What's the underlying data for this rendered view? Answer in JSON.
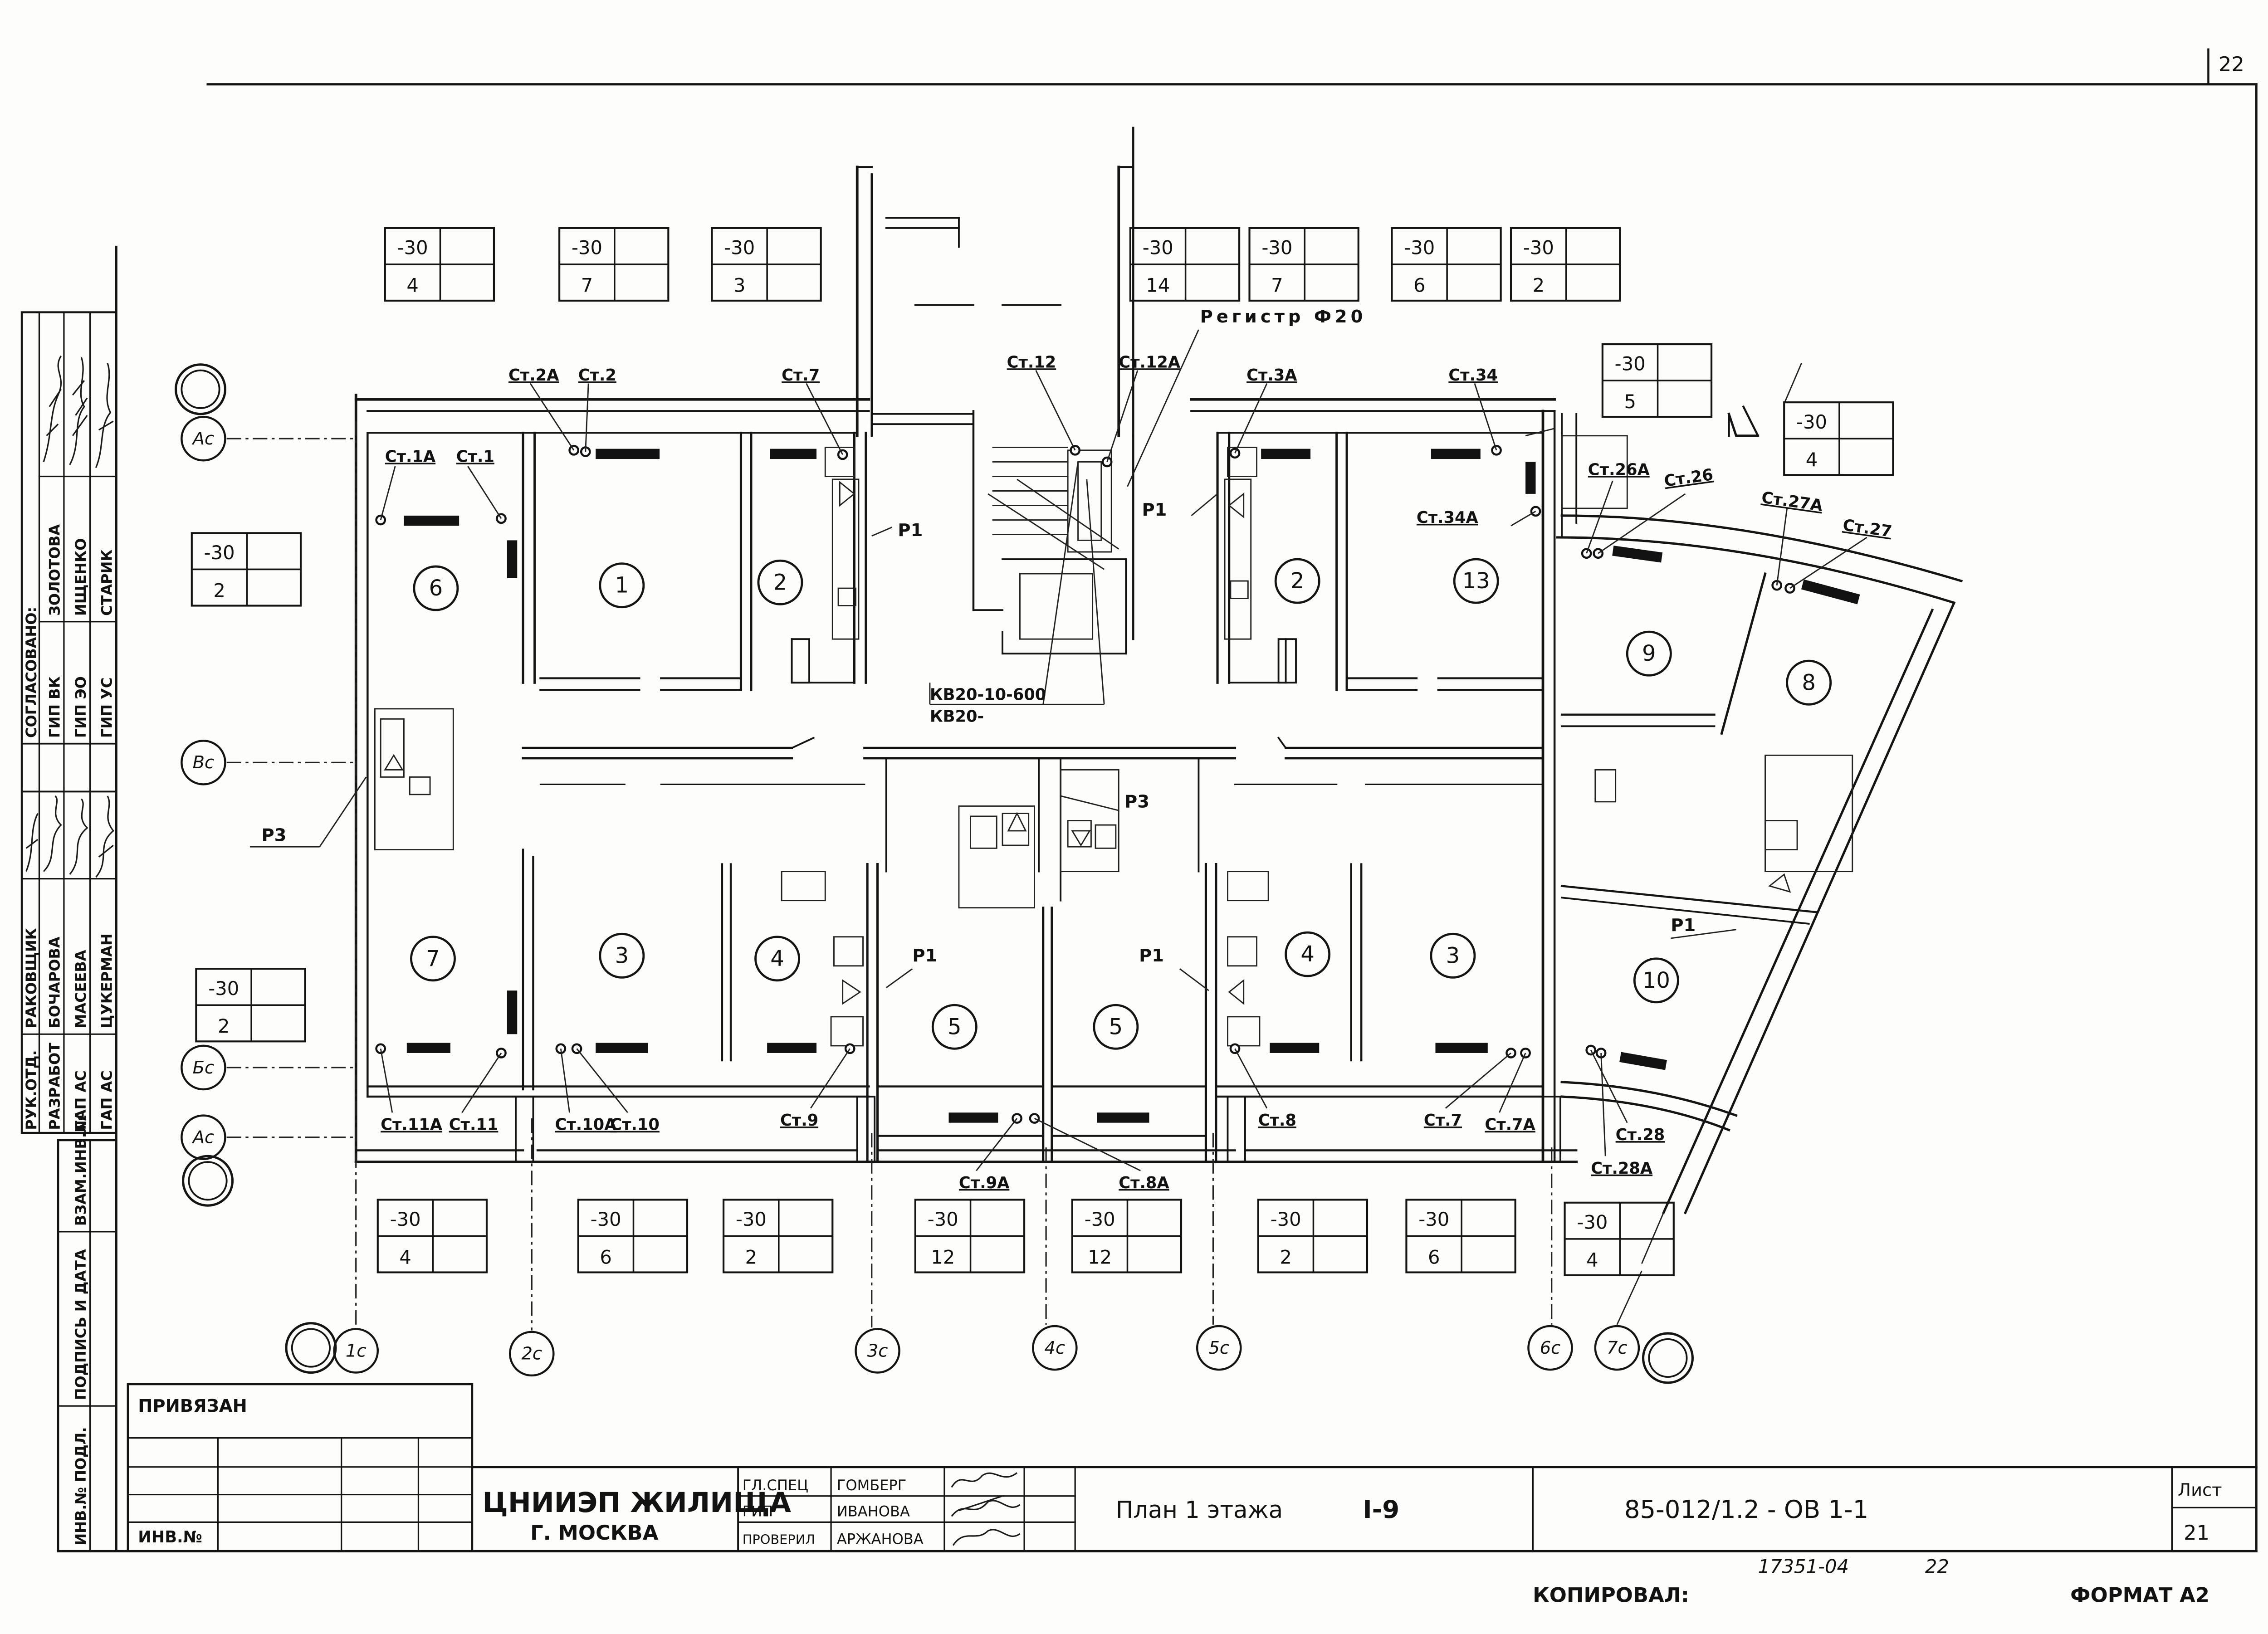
{
  "sheet_corner_number": "22",
  "approval": {
    "heading": "СОГЛАСОВАНО:",
    "rows": [
      {
        "role": "ГИП ВК",
        "name": "ЗОЛОТОВА"
      },
      {
        "role": "ГИП ЭО",
        "name": "ИЩЕНКО"
      },
      {
        "role": "ГИП УС",
        "name": "СТАРИК"
      }
    ]
  },
  "developers": {
    "rows": [
      {
        "role": "РУК.ОТД.",
        "name": "РАКОВЩИК"
      },
      {
        "role": "РАЗРАБОТ",
        "name": "БОЧАРОВА"
      },
      {
        "role": "ГАП АС",
        "name": "МАСЕЕВА"
      },
      {
        "role": "ГАП АС",
        "name": "ЦУКЕРМАН"
      }
    ]
  },
  "side_fields": [
    "ВЗАМ.ИНВ.№",
    "ПОДПИСЬ И ДАТА",
    "ИНВ.№ ПОДЛ."
  ],
  "binding_block": {
    "title": "ПРИВЯЗАН",
    "inv_label": "ИНВ.№"
  },
  "title_block": {
    "org": "ЦНИИЭП ЖИЛИЩА",
    "city": "Г. МОСКВА",
    "staff": [
      {
        "role": "ГЛ.СПЕЦ",
        "name": "ГОМБЕРГ"
      },
      {
        "role": "ГИП",
        "name": "ИВАНОВА"
      },
      {
        "role": "ПРОВЕРИЛ",
        "name": "АРЖАНОВА"
      }
    ],
    "sheet_title": "План 1 этажа",
    "sections": "I-9",
    "code": "85-012/1.2 - ОВ 1-1",
    "sheet_label": "Лист",
    "sheet_number": "21"
  },
  "footer": {
    "inventory": "17351-04",
    "page": "22",
    "copied_label": "КОПИРОВАЛ:",
    "format_label": "ФОРМАТ А2"
  },
  "axes": {
    "rows": [
      "Ас",
      "Вс",
      "Бс",
      "Ас"
    ],
    "columns": [
      "1с",
      "2с",
      "3с",
      "4с",
      "5с",
      "6с",
      "7с"
    ]
  },
  "rooms": [
    "6",
    "1",
    "2",
    "2",
    "13",
    "9",
    "8",
    "7",
    "3",
    "4",
    "5",
    "5",
    "4",
    "3",
    "10"
  ],
  "level_tags": [
    {
      "level": "-30",
      "count": "4"
    },
    {
      "level": "-30",
      "count": "7"
    },
    {
      "level": "-30",
      "count": "3"
    },
    {
      "level": "-30",
      "count": "14"
    },
    {
      "level": "-30",
      "count": "7"
    },
    {
      "level": "-30",
      "count": "6"
    },
    {
      "level": "-30",
      "count": "2"
    },
    {
      "level": "-30",
      "count": "5"
    },
    {
      "level": "-30",
      "count": "4"
    },
    {
      "level": "-30",
      "count": "2"
    },
    {
      "level": "-30",
      "count": "2"
    },
    {
      "level": "-30",
      "count": "4"
    },
    {
      "level": "-30",
      "count": "6"
    },
    {
      "level": "-30",
      "count": "2"
    },
    {
      "level": "-30",
      "count": "12"
    },
    {
      "level": "-30",
      "count": "12"
    },
    {
      "level": "-30",
      "count": "2"
    },
    {
      "level": "-30",
      "count": "6"
    },
    {
      "level": "-30",
      "count": "4"
    }
  ],
  "risers": [
    "Ст.2А",
    "Ст.2",
    "Ст.7",
    "Ст.12",
    "Ст.12А",
    "Ст.3А",
    "Ст.34",
    "Ст.1А",
    "Ст.1",
    "Ст.34А",
    "Ст.26А",
    "Ст.26",
    "Ст.27А",
    "Ст.27",
    "Ст.11А",
    "Ст.11",
    "Ст.10А",
    "Ст.10",
    "Ст.9",
    "Ст.9А",
    "Ст.8А",
    "Ст.8",
    "Ст.7",
    "Ст.7А",
    "Ст.28",
    "Ст.28А"
  ],
  "pipe_marks": [
    "Р1",
    "Р1",
    "Р3",
    "Р3",
    "Р1",
    "Р1",
    "Р1"
  ],
  "notes": {
    "register": "Регистр Ф20",
    "convector_1": "КВ20-10-600",
    "convector_2": "КВ20-"
  }
}
